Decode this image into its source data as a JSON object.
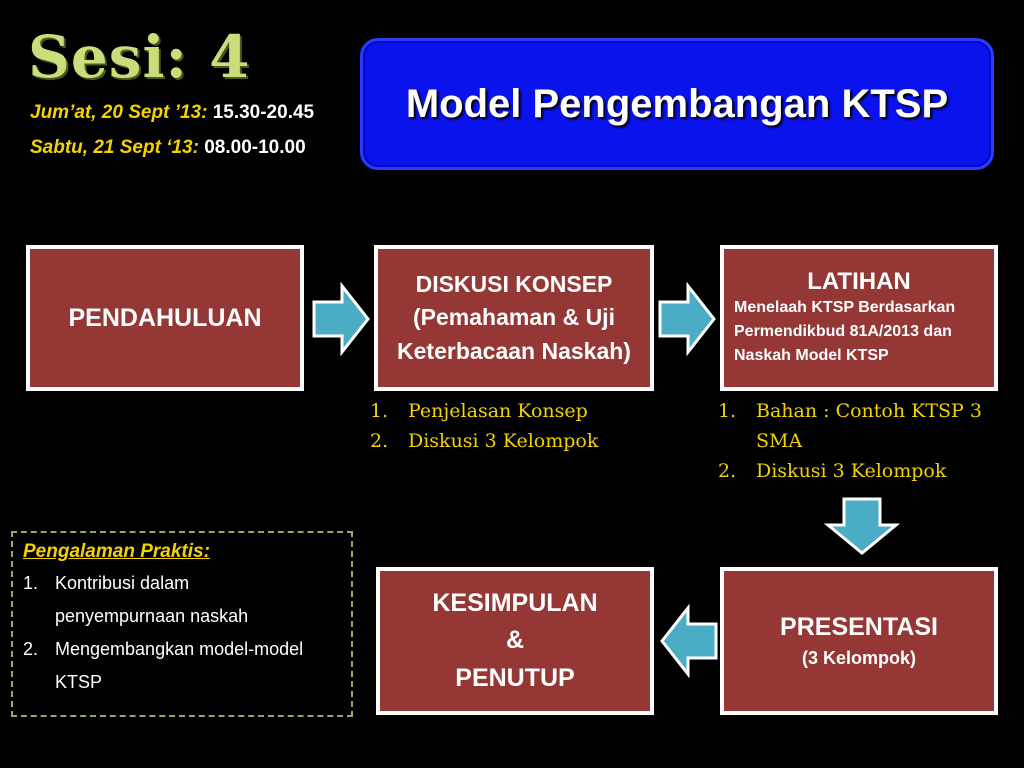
{
  "session": {
    "title": "Sesi: 4",
    "schedule": [
      {
        "day": "Jum’at, 20 Sept ’13:",
        "time": "15.30-20.45"
      },
      {
        "day": "Sabtu, 21 Sept ‘13:",
        "time": "08.00-10.00"
      }
    ]
  },
  "header": {
    "title": "Model Pengembangan KTSP"
  },
  "flow": {
    "pendahuluan": "PENDAHULUAN",
    "diskusi": {
      "line1": "DISKUSI KONSEP",
      "line2": "(Pemahaman & Uji",
      "line3": "Keterbacaan Naskah)"
    },
    "latihan": {
      "title": "LATIHAN",
      "line1": "Menelaah KTSP Berdasarkan",
      "line2": "Permendikbud 81A/2013 dan",
      "line3": "Naskah Model KTSP"
    },
    "presentasi": {
      "title": "PRESENTASI",
      "subtitle": "(3 Kelompok)"
    },
    "kesimpulan": {
      "line1": "KESIMPULAN",
      "line2": "&",
      "line3": "PENUTUP"
    }
  },
  "diskusi_list": [
    {
      "num": "1.",
      "text": "Penjelasan Konsep"
    },
    {
      "num": "2.",
      "text": "Diskusi 3 Kelompok"
    }
  ],
  "latihan_list": [
    {
      "num": "1.",
      "text": "Bahan : Contoh KTSP 3 SMA"
    },
    {
      "num": "2.",
      "text": "Diskusi 3 Kelompok"
    }
  ],
  "pengalaman": {
    "title": "Pengalaman Praktis:",
    "items": [
      {
        "num": "1.",
        "line1": "Kontribusi dalam",
        "line2": "penyempurnaan naskah"
      },
      {
        "num": "2.",
        "line1": "Mengembangkan model-model",
        "line2": "KTSP"
      }
    ]
  },
  "colors": {
    "box": "#953735",
    "title_box": "#0a12ee",
    "arrow": "#4bacc6",
    "accent": "#f2d200"
  }
}
